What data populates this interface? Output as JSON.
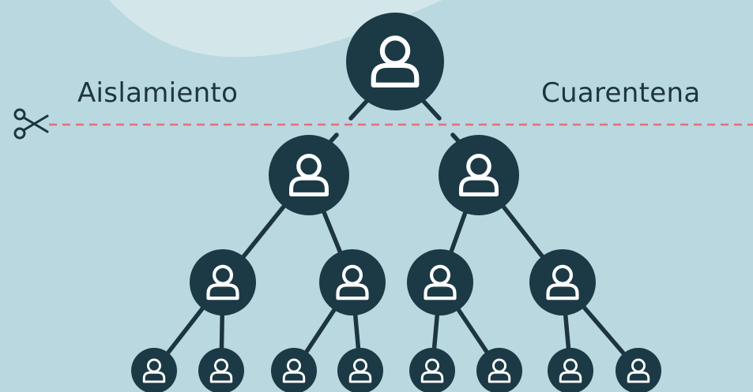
{
  "labels": {
    "left": "Aislamiento",
    "right": "Cuarentena"
  },
  "colors": {
    "background": "#b9d8df",
    "blob": "#d3e6ea",
    "node": "#1b3a46",
    "line": "#1d3541",
    "cut_line": "#e0707e",
    "icon": "#ffffff"
  },
  "icons": {
    "cut_marker": "scissors-icon",
    "node": "person-icon"
  },
  "tree": {
    "root": "case-origin",
    "levels": [
      {
        "level": 1,
        "nodes": 1
      },
      {
        "level": 2,
        "nodes": 2
      },
      {
        "level": 3,
        "nodes": 4
      },
      {
        "level": 4,
        "nodes": 8
      }
    ]
  }
}
